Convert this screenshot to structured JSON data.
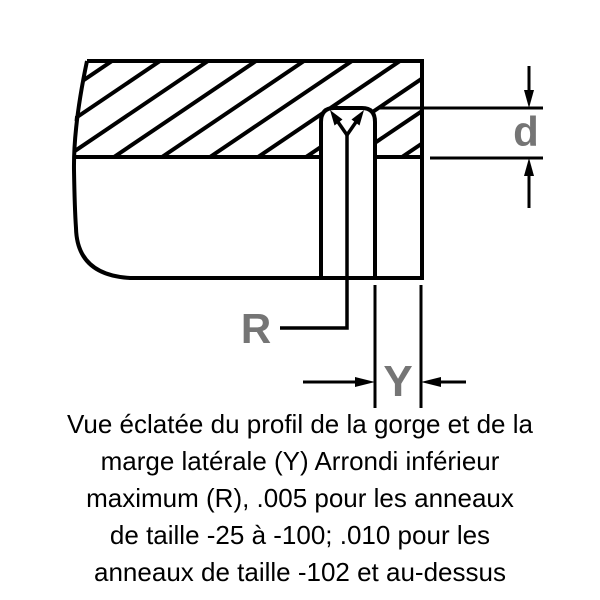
{
  "figure": {
    "labels": {
      "depth": "d",
      "radius": "R",
      "margin": "Y"
    }
  },
  "caption": {
    "lines": [
      "Vue éclatée du profil de la gorge et de la",
      "marge latérale (Y) Arrondi inférieur",
      "maximum (R), .005 pour les anneaux",
      "de taille -25 à -100; .010 pour les",
      "anneaux de taille -102 et au-dessus"
    ]
  },
  "colors": {
    "line": "#000000",
    "label_gray": "#757575",
    "background": "#ffffff"
  }
}
